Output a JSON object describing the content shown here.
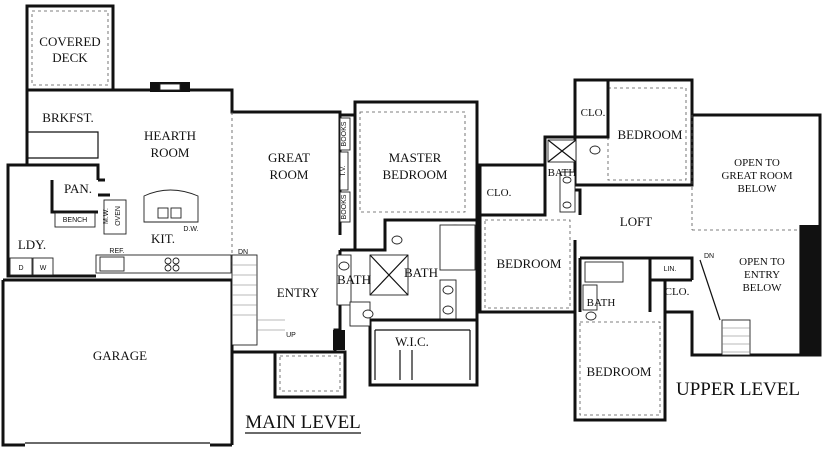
{
  "main_level": {
    "title": "MAIN LEVEL",
    "rooms": {
      "covered_deck_1": "COVERED",
      "covered_deck_2": "DECK",
      "breakfast": "BRKFST.",
      "hearth_room_1": "HEARTH",
      "hearth_room_2": "ROOM",
      "great_room_1": "GREAT",
      "great_room_2": "ROOM",
      "master_bedroom_1": "MASTER",
      "master_bedroom_2": "BEDROOM",
      "pantry": "PAN.",
      "kitchen": "KIT.",
      "laundry": "LDY.",
      "garage": "GARAGE",
      "entry": "ENTRY",
      "bath_main": "BATH",
      "bath_master": "BATH",
      "wic": "W.I.C."
    },
    "fixtures": {
      "bench": "BENCH",
      "microwave": "M.W.",
      "oven": "OVEN",
      "refrigerator": "REF.",
      "dishwasher": "D.W.",
      "washer": "W",
      "dryer": "D",
      "books_top": "BOOKS",
      "tv": "T.V.",
      "books_bottom": "BOOKS",
      "stair_down": "DN",
      "stair_up": "UP"
    }
  },
  "upper_level": {
    "title": "UPPER LEVEL",
    "rooms": {
      "bedroom_ne": "BEDROOM",
      "closet_ne": "CLO.",
      "bath_top": "BATH",
      "closet_w": "CLO.",
      "loft": "LOFT",
      "bedroom_w": "BEDROOM",
      "bath_center": "BATH",
      "bedroom_s": "BEDROOM",
      "linen": "LIN.",
      "closet_s": "CLO.",
      "open_great_1": "OPEN TO",
      "open_great_2": "GREAT ROOM",
      "open_great_3": "BELOW",
      "open_entry_1": "OPEN TO",
      "open_entry_2": "ENTRY",
      "open_entry_3": "BELOW",
      "stair_down": "DN"
    }
  }
}
